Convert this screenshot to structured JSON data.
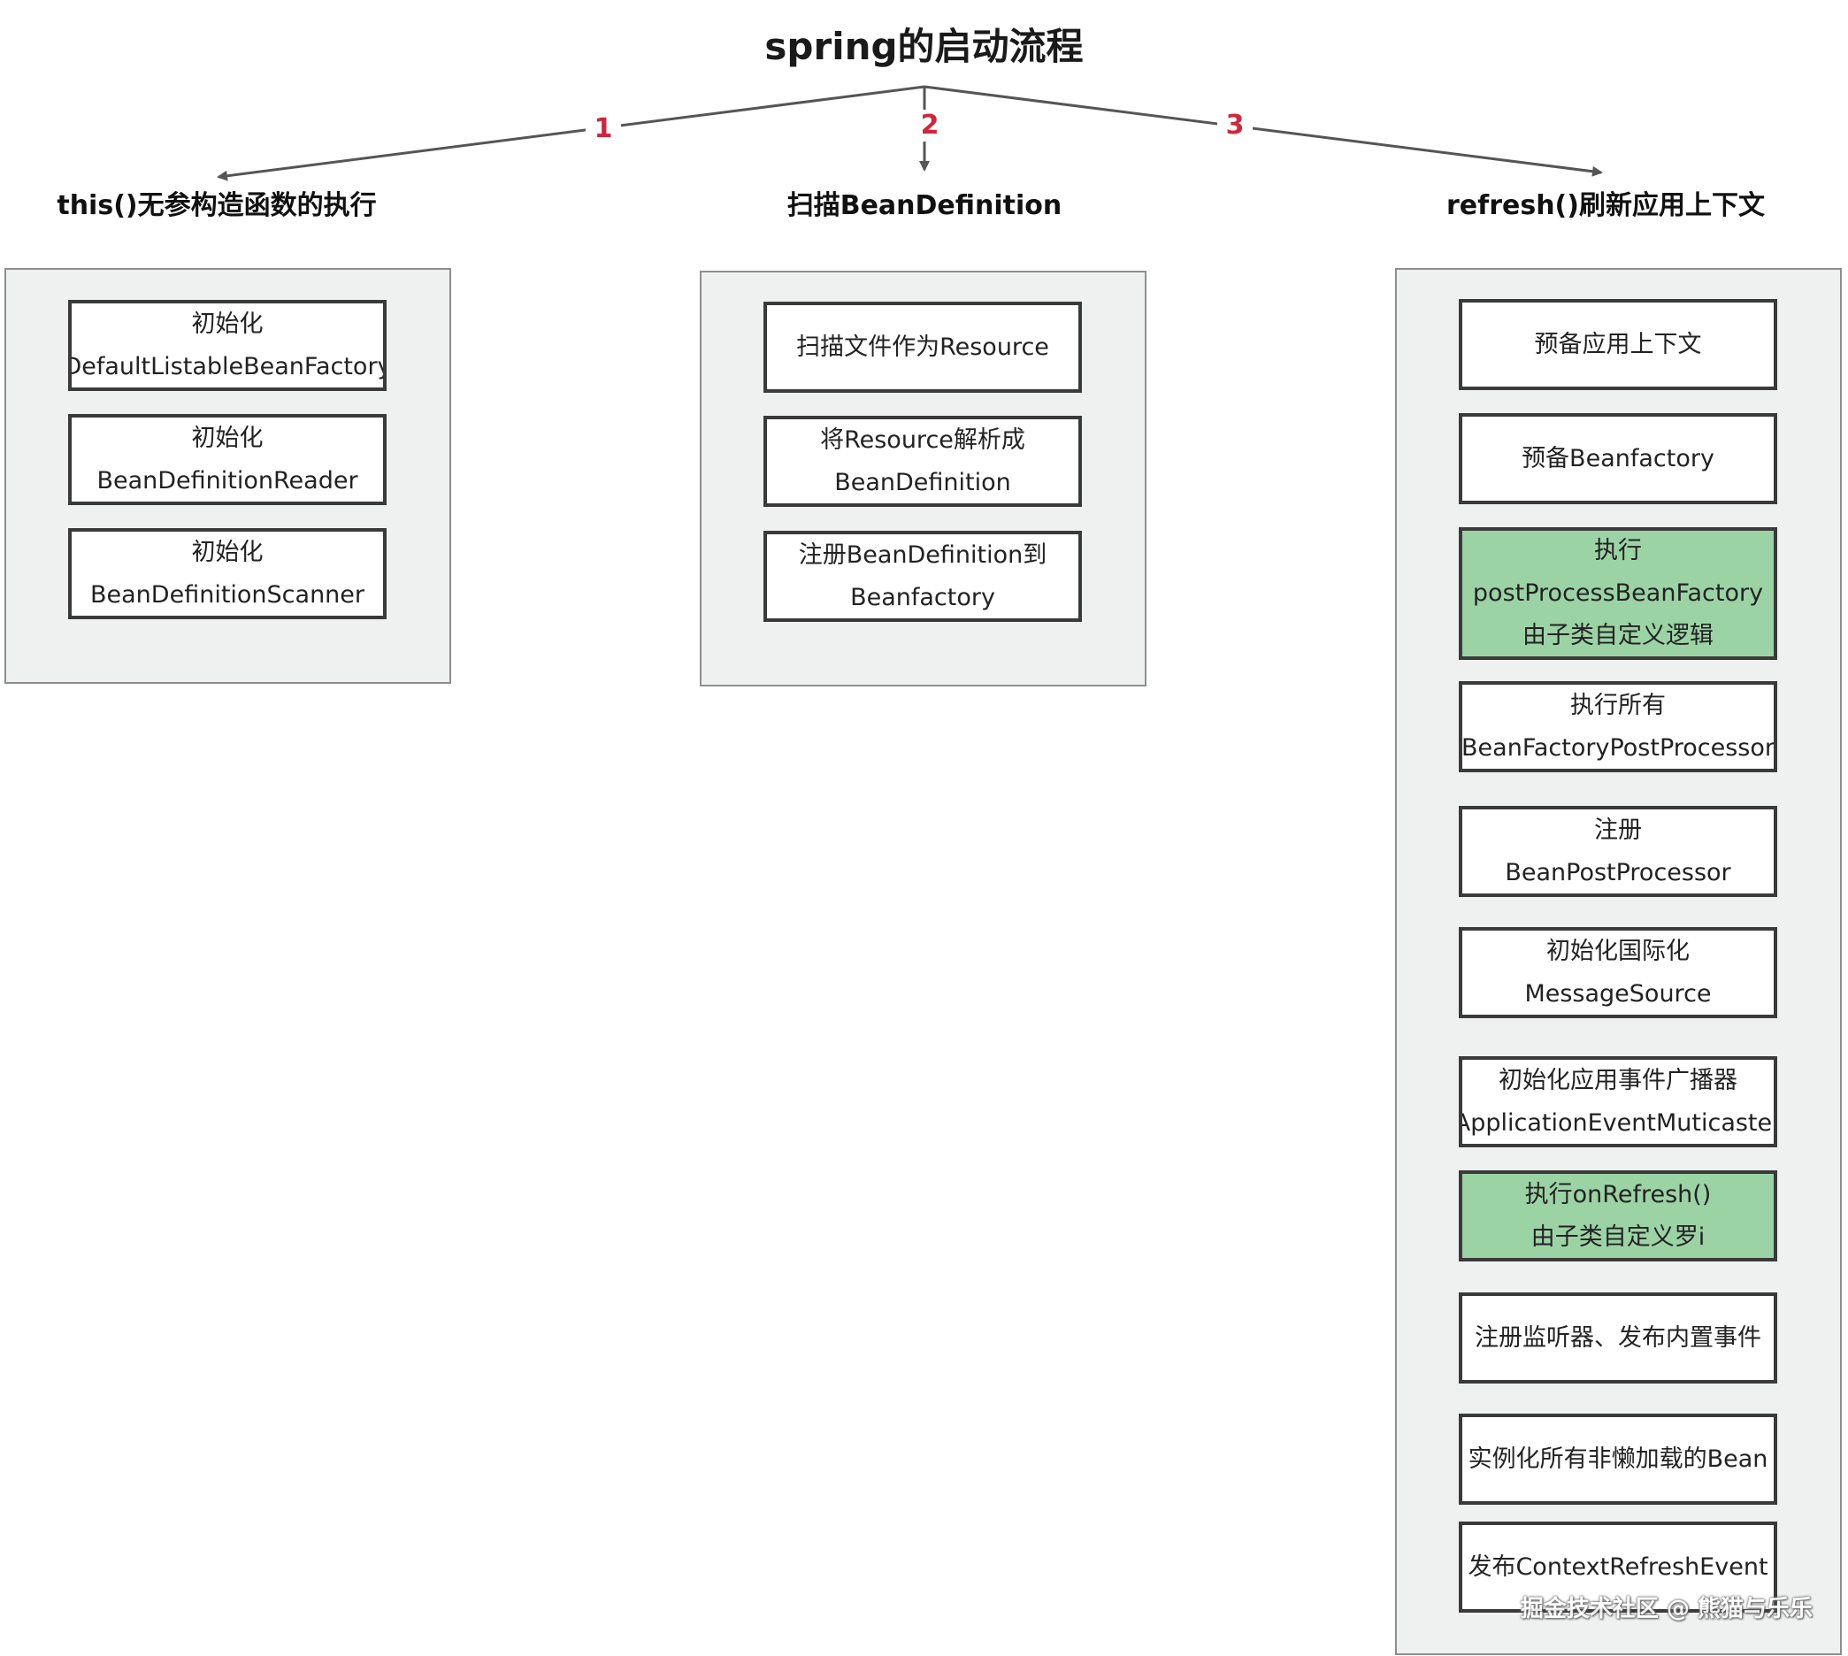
{
  "title": "spring的启动流程",
  "branches": [
    {
      "number": "1",
      "label": "this()无参构造函数的执行",
      "steps": [
        {
          "lines": [
            "初始化",
            "DefaultListableBeanFactory"
          ],
          "highlight": false
        },
        {
          "lines": [
            "初始化",
            "BeanDefinitionReader"
          ],
          "highlight": false
        },
        {
          "lines": [
            "初始化",
            "BeanDefinitionScanner"
          ],
          "highlight": false
        }
      ]
    },
    {
      "number": "2",
      "label": "扫描BeanDefinition",
      "steps": [
        {
          "lines": [
            "扫描文件作为Resource"
          ],
          "highlight": false
        },
        {
          "lines": [
            "将Resource解析成",
            "BeanDefinition"
          ],
          "highlight": false
        },
        {
          "lines": [
            "注册BeanDefinition到",
            "Beanfactory"
          ],
          "highlight": false
        }
      ]
    },
    {
      "number": "3",
      "label": "refresh()刷新应用上下文",
      "steps": [
        {
          "lines": [
            "预备应用上下文"
          ],
          "highlight": false
        },
        {
          "lines": [
            "预备Beanfactory"
          ],
          "highlight": false
        },
        {
          "lines": [
            "执行",
            "postProcessBeanFactory",
            "由子类自定义逻辑"
          ],
          "highlight": true
        },
        {
          "lines": [
            "执行所有",
            "BeanFactoryPostProcessor"
          ],
          "highlight": false
        },
        {
          "lines": [
            "注册",
            "BeanPostProcessor"
          ],
          "highlight": false
        },
        {
          "lines": [
            "初始化国际化",
            "MessageSource"
          ],
          "highlight": false
        },
        {
          "lines": [
            "初始化应用事件广播器",
            "ApplicationEventMuticaster"
          ],
          "highlight": false
        },
        {
          "lines": [
            "执行onRefresh()",
            "由子类自定义罗i"
          ],
          "highlight": true
        },
        {
          "lines": [
            "注册监听器、发布内置事件"
          ],
          "highlight": false
        },
        {
          "lines": [
            "实例化所有非懒加载的Bean"
          ],
          "highlight": false
        },
        {
          "lines": [
            "发布ContextRefreshEvent"
          ],
          "highlight": false
        }
      ]
    }
  ],
  "watermark": "掘金技术社区 @ 熊猫与乐乐",
  "colors": {
    "highlight_fill": "#9cd3a5",
    "group_fill": "#eff1f0",
    "arrow": "#555555",
    "number": "#d0263d"
  }
}
